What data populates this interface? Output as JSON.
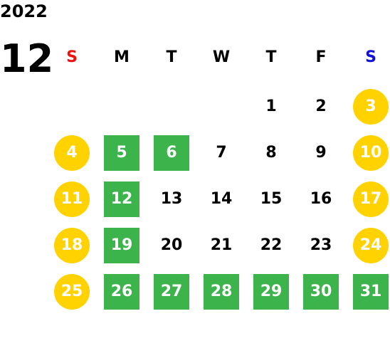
{
  "header": {
    "year": "2022",
    "month": "12"
  },
  "colors": {
    "sunday": "#ee1111",
    "saturday": "#1111dd",
    "weekend_circle": "#ffd200",
    "highlight_square": "#3cb44b",
    "default_text": "#000000"
  },
  "weekdays": [
    "S",
    "M",
    "T",
    "W",
    "T",
    "F",
    "S"
  ],
  "days": [
    {
      "day": "1",
      "col": 4,
      "row": 0,
      "style": "plain"
    },
    {
      "day": "2",
      "col": 5,
      "row": 0,
      "style": "plain"
    },
    {
      "day": "3",
      "col": 6,
      "row": 0,
      "style": "circle"
    },
    {
      "day": "4",
      "col": 0,
      "row": 1,
      "style": "circle"
    },
    {
      "day": "5",
      "col": 1,
      "row": 1,
      "style": "square"
    },
    {
      "day": "6",
      "col": 2,
      "row": 1,
      "style": "square"
    },
    {
      "day": "7",
      "col": 3,
      "row": 1,
      "style": "plain"
    },
    {
      "day": "8",
      "col": 4,
      "row": 1,
      "style": "plain"
    },
    {
      "day": "9",
      "col": 5,
      "row": 1,
      "style": "plain"
    },
    {
      "day": "10",
      "col": 6,
      "row": 1,
      "style": "circle"
    },
    {
      "day": "11",
      "col": 0,
      "row": 2,
      "style": "circle"
    },
    {
      "day": "12",
      "col": 1,
      "row": 2,
      "style": "square"
    },
    {
      "day": "13",
      "col": 2,
      "row": 2,
      "style": "plain"
    },
    {
      "day": "14",
      "col": 3,
      "row": 2,
      "style": "plain"
    },
    {
      "day": "15",
      "col": 4,
      "row": 2,
      "style": "plain"
    },
    {
      "day": "16",
      "col": 5,
      "row": 2,
      "style": "plain"
    },
    {
      "day": "17",
      "col": 6,
      "row": 2,
      "style": "circle"
    },
    {
      "day": "18",
      "col": 0,
      "row": 3,
      "style": "circle"
    },
    {
      "day": "19",
      "col": 1,
      "row": 3,
      "style": "square"
    },
    {
      "day": "20",
      "col": 2,
      "row": 3,
      "style": "plain"
    },
    {
      "day": "21",
      "col": 3,
      "row": 3,
      "style": "plain"
    },
    {
      "day": "22",
      "col": 4,
      "row": 3,
      "style": "plain"
    },
    {
      "day": "23",
      "col": 5,
      "row": 3,
      "style": "plain"
    },
    {
      "day": "24",
      "col": 6,
      "row": 3,
      "style": "circle"
    },
    {
      "day": "25",
      "col": 0,
      "row": 4,
      "style": "circle"
    },
    {
      "day": "26",
      "col": 1,
      "row": 4,
      "style": "square"
    },
    {
      "day": "27",
      "col": 2,
      "row": 4,
      "style": "square"
    },
    {
      "day": "28",
      "col": 3,
      "row": 4,
      "style": "square"
    },
    {
      "day": "29",
      "col": 4,
      "row": 4,
      "style": "square"
    },
    {
      "day": "30",
      "col": 5,
      "row": 4,
      "style": "square"
    },
    {
      "day": "31",
      "col": 6,
      "row": 4,
      "style": "square"
    }
  ]
}
